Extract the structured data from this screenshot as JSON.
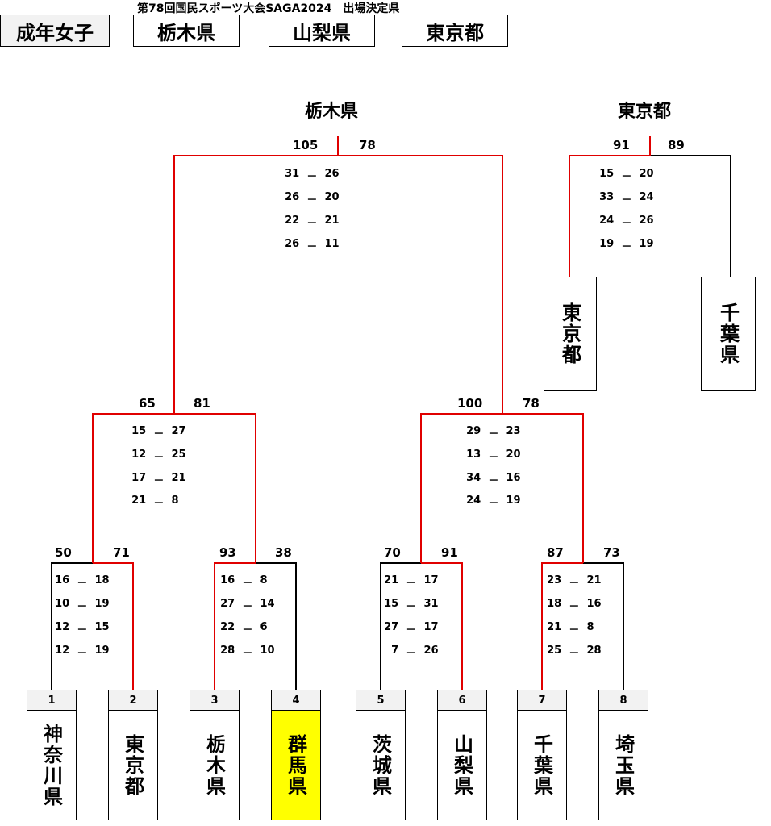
{
  "header": {
    "title": "第78回国民スポーツ大会SAGA2024　出場決定県",
    "category": "成年女子",
    "qualified": [
      "栃木県",
      "山梨県",
      "東京都"
    ]
  },
  "teams": [
    {
      "no": "1",
      "name": "神奈川県"
    },
    {
      "no": "2",
      "name": "東京都"
    },
    {
      "no": "3",
      "name": "栃木県"
    },
    {
      "no": "4",
      "name": "群馬県"
    },
    {
      "no": "5",
      "name": "茨城県"
    },
    {
      "no": "6",
      "name": "山梨県"
    },
    {
      "no": "7",
      "name": "千葉県"
    },
    {
      "no": "8",
      "name": "埼玉県"
    }
  ],
  "side_teams": [
    {
      "name": "東京都"
    },
    {
      "name": "千葉県"
    }
  ],
  "colors": {
    "winner_line": "#e00000",
    "line": "#000000",
    "highlight": "#ffff00",
    "box_fill": "#f2f2f2"
  },
  "matches": {
    "r1_1": {
      "left": "50",
      "right": "71",
      "periods": [
        [
          "16",
          "18"
        ],
        [
          "10",
          "19"
        ],
        [
          "12",
          "15"
        ],
        [
          "12",
          "19"
        ]
      ]
    },
    "r1_2": {
      "left": "93",
      "right": "38",
      "periods": [
        [
          "16",
          "8"
        ],
        [
          "27",
          "14"
        ],
        [
          "22",
          "6"
        ],
        [
          "28",
          "10"
        ]
      ]
    },
    "r1_3": {
      "left": "70",
      "right": "91",
      "periods": [
        [
          "21",
          "17"
        ],
        [
          "15",
          "31"
        ],
        [
          "27",
          "17"
        ],
        [
          "7",
          "26"
        ]
      ]
    },
    "r1_4": {
      "left": "87",
      "right": "73",
      "periods": [
        [
          "23",
          "21"
        ],
        [
          "18",
          "16"
        ],
        [
          "21",
          "8"
        ],
        [
          "25",
          "28"
        ]
      ]
    },
    "r2_1": {
      "left": "65",
      "right": "81",
      "periods": [
        [
          "15",
          "27"
        ],
        [
          "12",
          "25"
        ],
        [
          "17",
          "21"
        ],
        [
          "21",
          "8"
        ]
      ]
    },
    "r2_2": {
      "left": "100",
      "right": "78",
      "periods": [
        [
          "29",
          "23"
        ],
        [
          "13",
          "20"
        ],
        [
          "34",
          "16"
        ],
        [
          "24",
          "19"
        ]
      ]
    },
    "final": {
      "winner": "栃木県",
      "left": "105",
      "right": "78",
      "periods": [
        [
          "31",
          "26"
        ],
        [
          "26",
          "20"
        ],
        [
          "22",
          "21"
        ],
        [
          "26",
          "11"
        ]
      ]
    },
    "side": {
      "winner": "東京都",
      "left": "91",
      "right": "89",
      "periods": [
        [
          "15",
          "20"
        ],
        [
          "33",
          "24"
        ],
        [
          "24",
          "26"
        ],
        [
          "19",
          "19"
        ]
      ]
    }
  },
  "dash": "－"
}
